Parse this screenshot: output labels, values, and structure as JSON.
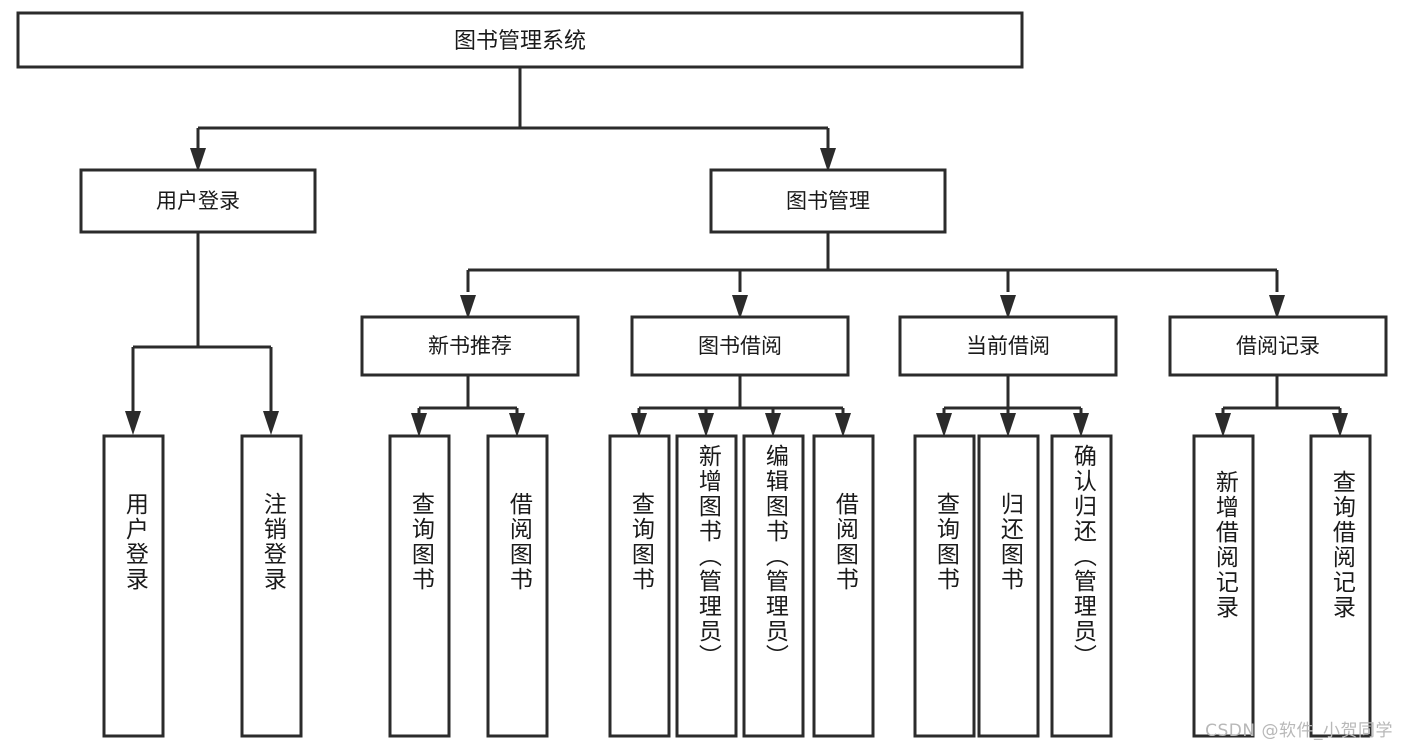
{
  "diagram": {
    "type": "tree-hierarchy",
    "title": "图书管理系统",
    "watermark": "CSDN @软件_小贺同学",
    "colors": {
      "background": "#ffffff",
      "stroke": "#2b2b2b",
      "text": "#1a1a1a",
      "watermark": "#b8b8b8"
    },
    "root": {
      "label": "图书管理系统"
    },
    "level2": [
      {
        "label": "用户登录"
      },
      {
        "label": "图书管理"
      }
    ],
    "level3": [
      {
        "label": "新书推荐"
      },
      {
        "label": "图书借阅"
      },
      {
        "label": "当前借阅"
      },
      {
        "label": "借阅记录"
      }
    ],
    "leaves": {
      "user_login": [
        {
          "label": "用户登录"
        },
        {
          "label": "注销登录"
        }
      ],
      "new_book_recommend": [
        {
          "label": "查询图书"
        },
        {
          "label": "借阅图书"
        }
      ],
      "book_borrow": [
        {
          "label": "查询图书"
        },
        {
          "label": "新增图书（管理员）"
        },
        {
          "label": "编辑图书（管理员）"
        },
        {
          "label": "借阅图书"
        }
      ],
      "current_borrow": [
        {
          "label": "查询图书"
        },
        {
          "label": "归还图书"
        },
        {
          "label": "确认归还（管理员）"
        }
      ],
      "borrow_record": [
        {
          "label": "新增借阅记录"
        },
        {
          "label": "查询借阅记录"
        }
      ]
    }
  }
}
